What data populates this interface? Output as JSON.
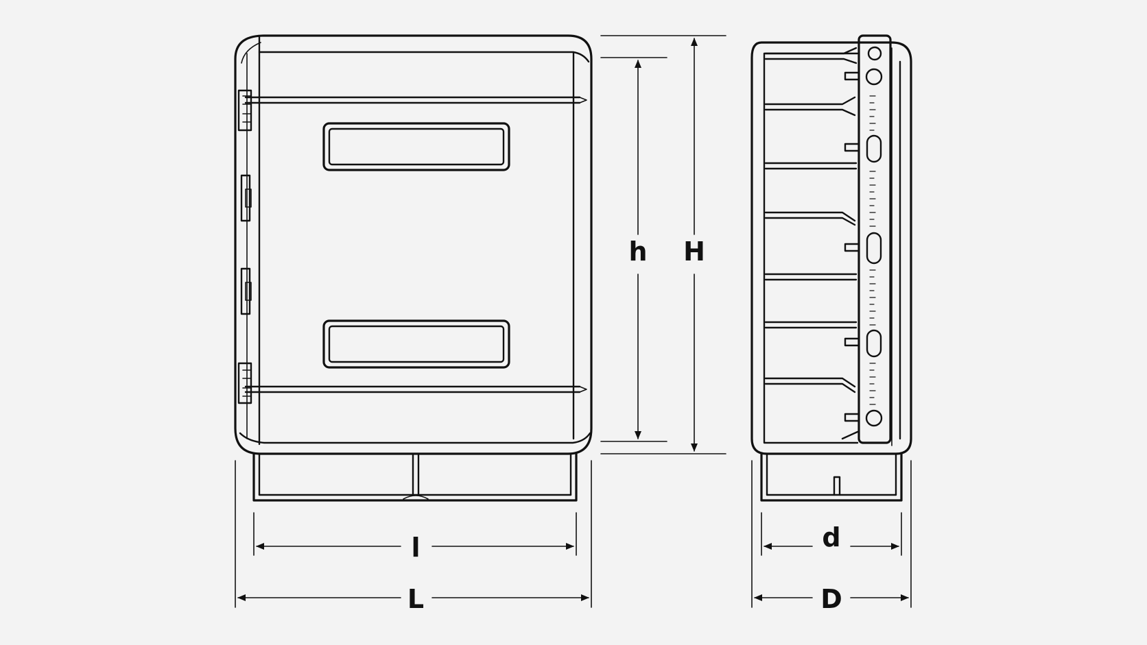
{
  "dimensions": {
    "height_inner": "h",
    "height_total": "H",
    "length_inner": "l",
    "length_total": "L",
    "depth_inner": "d",
    "depth_total": "D"
  },
  "colors": {
    "background": "#f3f3f3",
    "line": "#111111"
  }
}
